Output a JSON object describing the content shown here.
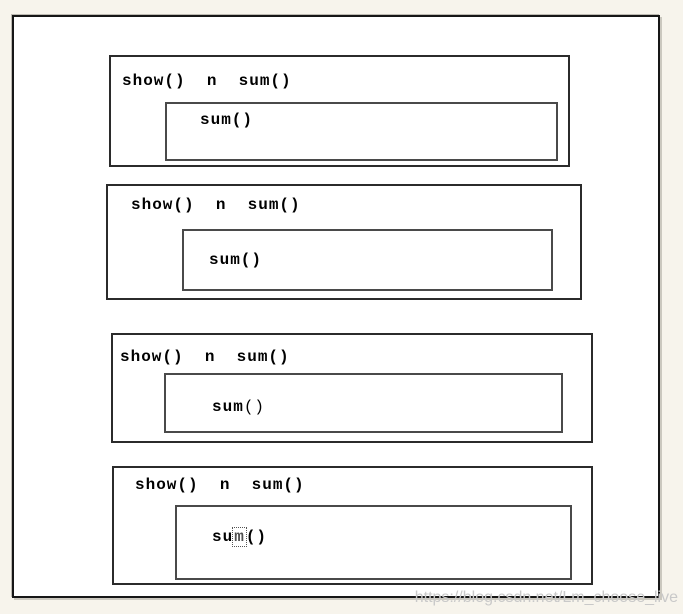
{
  "page": {
    "background_color": "#f7f4ec",
    "canvas_color": "#ffffff",
    "line_color": "#1c1c1c",
    "watermark": {
      "text": "https://blog.csdn.net/Lm_choose_live",
      "color": "#c9c9c9"
    }
  },
  "groups": [
    {
      "label": "show()  n  sum()",
      "inner": {
        "pre": "sum()",
        "mid": "",
        "post": ""
      }
    },
    {
      "label": "show()  n  sum()",
      "inner": {
        "pre": "sum()",
        "mid": "",
        "post": ""
      }
    },
    {
      "label": "show()  n  sum()",
      "inner": {
        "pre": "sum",
        "mid": "",
        "post": "()"
      }
    },
    {
      "label": "show()  n  sum()",
      "inner": {
        "pre": "su",
        "mid": "m",
        "post": "()"
      }
    }
  ]
}
